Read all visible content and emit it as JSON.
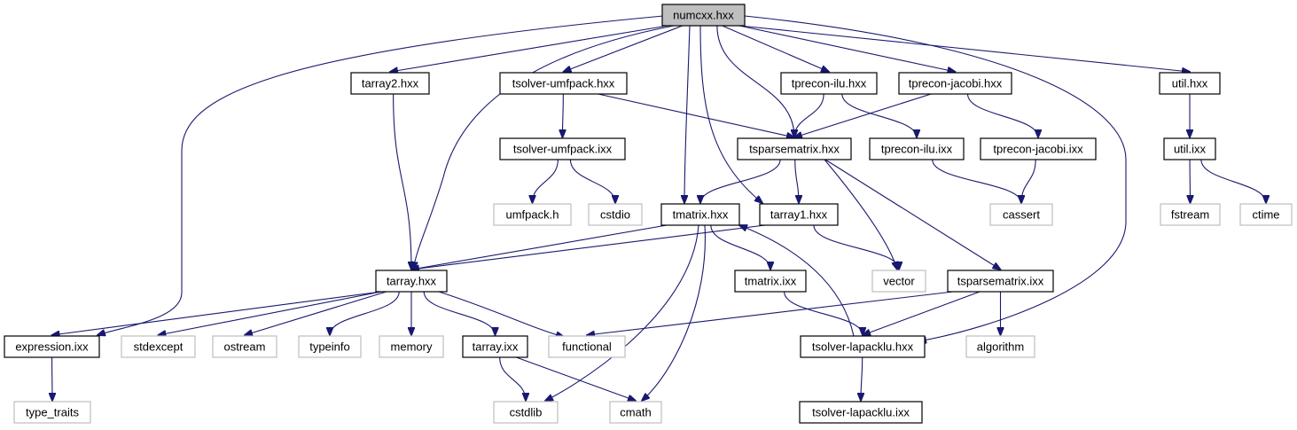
{
  "diagram": {
    "type": "include-dependency-graph",
    "colors": {
      "edge": "#191970",
      "node_border": "#000000",
      "external_border": "#bfbfbf",
      "root_fill": "#bfbfbf"
    },
    "nodes": [
      {
        "id": "numcxx_hxx",
        "label": "numcxx.hxx",
        "kind": "root"
      },
      {
        "id": "tarray2_hxx",
        "label": "tarray2.hxx",
        "kind": "file"
      },
      {
        "id": "tsolver_umfpack_hxx",
        "label": "tsolver-umfpack.hxx",
        "kind": "file"
      },
      {
        "id": "tprecon_ilu_hxx",
        "label": "tprecon-ilu.hxx",
        "kind": "file"
      },
      {
        "id": "tprecon_jacobi_hxx",
        "label": "tprecon-jacobi.hxx",
        "kind": "file"
      },
      {
        "id": "util_hxx",
        "label": "util.hxx",
        "kind": "file"
      },
      {
        "id": "tsolver_umfpack_ixx",
        "label": "tsolver-umfpack.ixx",
        "kind": "file"
      },
      {
        "id": "tsparsematrix_hxx",
        "label": "tsparsematrix.hxx",
        "kind": "file"
      },
      {
        "id": "tprecon_ilu_ixx",
        "label": "tprecon-ilu.ixx",
        "kind": "file"
      },
      {
        "id": "tprecon_jacobi_ixx",
        "label": "tprecon-jacobi.ixx",
        "kind": "file"
      },
      {
        "id": "util_ixx",
        "label": "util.ixx",
        "kind": "file"
      },
      {
        "id": "umfpack_h",
        "label": "umfpack.h",
        "kind": "external"
      },
      {
        "id": "cstdio",
        "label": "cstdio",
        "kind": "external"
      },
      {
        "id": "tmatrix_hxx",
        "label": "tmatrix.hxx",
        "kind": "file"
      },
      {
        "id": "tarray1_hxx",
        "label": "tarray1.hxx",
        "kind": "file"
      },
      {
        "id": "cassert",
        "label": "cassert",
        "kind": "external"
      },
      {
        "id": "fstream",
        "label": "fstream",
        "kind": "external"
      },
      {
        "id": "ctime",
        "label": "ctime",
        "kind": "external"
      },
      {
        "id": "tarray_hxx",
        "label": "tarray.hxx",
        "kind": "file"
      },
      {
        "id": "tmatrix_ixx",
        "label": "tmatrix.ixx",
        "kind": "file"
      },
      {
        "id": "vector",
        "label": "vector",
        "kind": "external"
      },
      {
        "id": "tsparsematrix_ixx",
        "label": "tsparsematrix.ixx",
        "kind": "file"
      },
      {
        "id": "expression_ixx",
        "label": "expression.ixx",
        "kind": "file"
      },
      {
        "id": "stdexcept",
        "label": "stdexcept",
        "kind": "external"
      },
      {
        "id": "ostream",
        "label": "ostream",
        "kind": "external"
      },
      {
        "id": "typeinfo",
        "label": "typeinfo",
        "kind": "external"
      },
      {
        "id": "memory",
        "label": "memory",
        "kind": "external"
      },
      {
        "id": "tarray_ixx",
        "label": "tarray.ixx",
        "kind": "file"
      },
      {
        "id": "functional",
        "label": "functional",
        "kind": "external"
      },
      {
        "id": "tsolver_lapacklu_hxx",
        "label": "tsolver-lapacklu.hxx",
        "kind": "file"
      },
      {
        "id": "algorithm",
        "label": "algorithm",
        "kind": "external"
      },
      {
        "id": "type_traits",
        "label": "type_traits",
        "kind": "external"
      },
      {
        "id": "cstdlib",
        "label": "cstdlib",
        "kind": "external"
      },
      {
        "id": "cmath",
        "label": "cmath",
        "kind": "external"
      },
      {
        "id": "tsolver_lapacklu_ixx",
        "label": "tsolver-lapacklu.ixx",
        "kind": "file"
      }
    ],
    "edges": [
      {
        "from": "numcxx_hxx",
        "to": "tarray2_hxx"
      },
      {
        "from": "numcxx_hxx",
        "to": "tsolver_umfpack_hxx"
      },
      {
        "from": "numcxx_hxx",
        "to": "tprecon_ilu_hxx"
      },
      {
        "from": "numcxx_hxx",
        "to": "tprecon_jacobi_hxx"
      },
      {
        "from": "numcxx_hxx",
        "to": "util_hxx"
      },
      {
        "from": "numcxx_hxx",
        "to": "expression_ixx"
      },
      {
        "from": "numcxx_hxx",
        "to": "tarray_hxx"
      },
      {
        "from": "numcxx_hxx",
        "to": "tmatrix_hxx"
      },
      {
        "from": "numcxx_hxx",
        "to": "tarray1_hxx"
      },
      {
        "from": "numcxx_hxx",
        "to": "tsparsematrix_hxx"
      },
      {
        "from": "numcxx_hxx",
        "to": "tsolver_lapacklu_hxx"
      },
      {
        "from": "tarray2_hxx",
        "to": "tarray_hxx"
      },
      {
        "from": "tsolver_umfpack_hxx",
        "to": "tsolver_umfpack_ixx"
      },
      {
        "from": "tsolver_umfpack_hxx",
        "to": "tsparsematrix_hxx"
      },
      {
        "from": "tprecon_ilu_hxx",
        "to": "tsparsematrix_hxx"
      },
      {
        "from": "tprecon_ilu_hxx",
        "to": "tprecon_ilu_ixx"
      },
      {
        "from": "tprecon_jacobi_hxx",
        "to": "tsparsematrix_hxx"
      },
      {
        "from": "tprecon_jacobi_hxx",
        "to": "tprecon_jacobi_ixx"
      },
      {
        "from": "util_hxx",
        "to": "util_ixx"
      },
      {
        "from": "tsolver_umfpack_ixx",
        "to": "umfpack_h"
      },
      {
        "from": "tsolver_umfpack_ixx",
        "to": "cstdio"
      },
      {
        "from": "tsparsematrix_hxx",
        "to": "tmatrix_hxx"
      },
      {
        "from": "tsparsematrix_hxx",
        "to": "tarray1_hxx"
      },
      {
        "from": "tsparsematrix_hxx",
        "to": "vector"
      },
      {
        "from": "tsparsematrix_hxx",
        "to": "tsparsematrix_ixx"
      },
      {
        "from": "tprecon_ilu_ixx",
        "to": "cassert"
      },
      {
        "from": "tprecon_jacobi_ixx",
        "to": "cassert"
      },
      {
        "from": "util_ixx",
        "to": "fstream"
      },
      {
        "from": "util_ixx",
        "to": "ctime"
      },
      {
        "from": "tmatrix_hxx",
        "to": "tarray_hxx"
      },
      {
        "from": "tmatrix_hxx",
        "to": "tmatrix_ixx"
      },
      {
        "from": "tmatrix_hxx",
        "to": "cstdlib"
      },
      {
        "from": "tmatrix_hxx",
        "to": "cmath"
      },
      {
        "from": "tarray1_hxx",
        "to": "tarray_hxx"
      },
      {
        "from": "tarray1_hxx",
        "to": "vector"
      },
      {
        "from": "tarray_hxx",
        "to": "expression_ixx"
      },
      {
        "from": "tarray_hxx",
        "to": "stdexcept"
      },
      {
        "from": "tarray_hxx",
        "to": "ostream"
      },
      {
        "from": "tarray_hxx",
        "to": "typeinfo"
      },
      {
        "from": "tarray_hxx",
        "to": "memory"
      },
      {
        "from": "tarray_hxx",
        "to": "tarray_ixx"
      },
      {
        "from": "tarray_hxx",
        "to": "functional"
      },
      {
        "from": "tmatrix_ixx",
        "to": "tsolver_lapacklu_hxx"
      },
      {
        "from": "tsparsematrix_ixx",
        "to": "functional"
      },
      {
        "from": "tsparsematrix_ixx",
        "to": "tsolver_lapacklu_hxx"
      },
      {
        "from": "tsparsematrix_ixx",
        "to": "algorithm"
      },
      {
        "from": "expression_ixx",
        "to": "type_traits"
      },
      {
        "from": "tarray_ixx",
        "to": "cstdlib"
      },
      {
        "from": "tarray_ixx",
        "to": "cmath"
      },
      {
        "from": "tsolver_lapacklu_hxx",
        "to": "tsolver_lapacklu_ixx"
      },
      {
        "from": "tsolver_lapacklu_hxx",
        "to": "tmatrix_hxx"
      }
    ]
  }
}
